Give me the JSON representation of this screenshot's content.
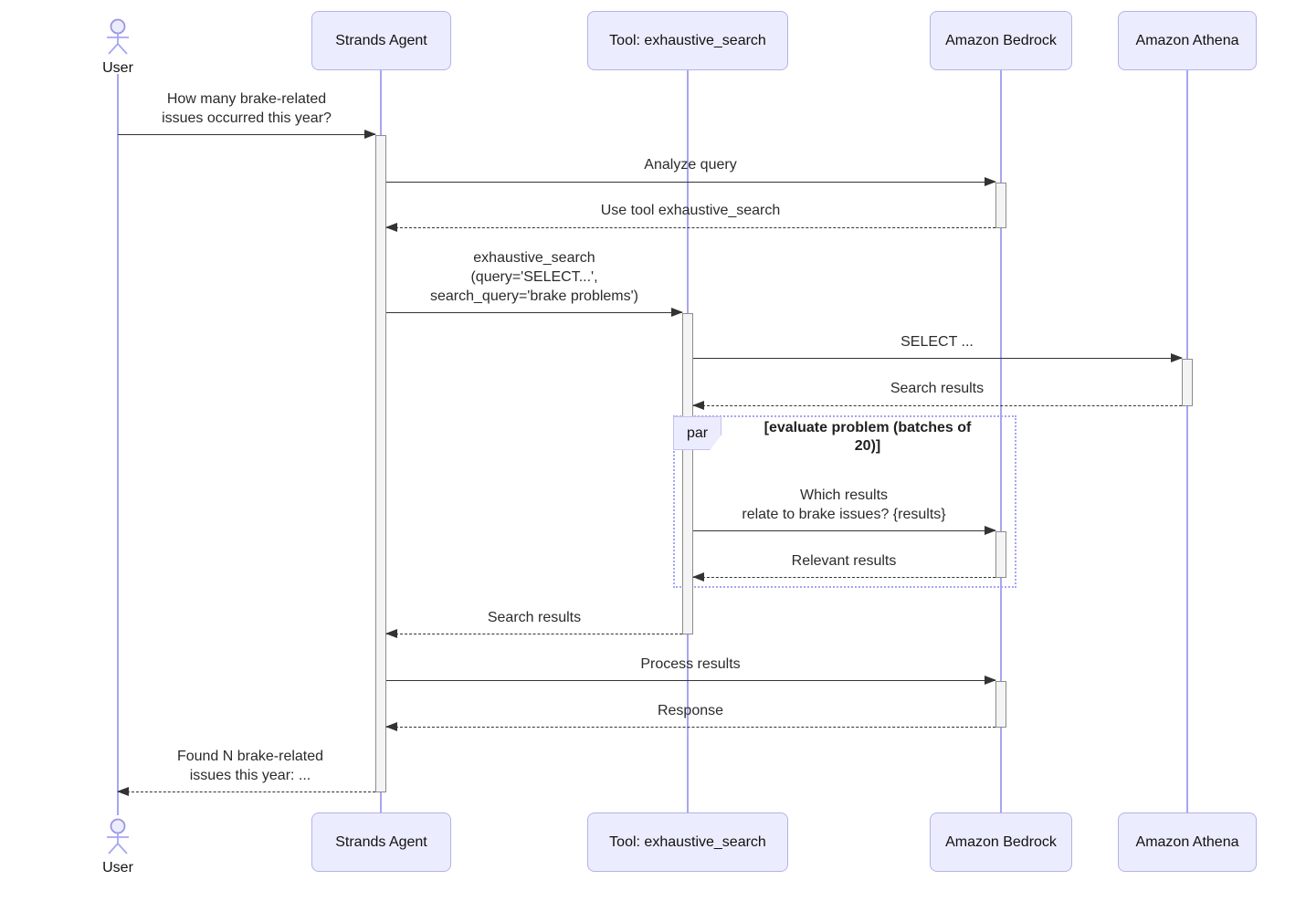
{
  "diagram": {
    "type": "sequence-diagram",
    "participants": [
      {
        "label": "User",
        "kind": "actor"
      },
      {
        "label": "Strands Agent",
        "kind": "participant"
      },
      {
        "label": "Tool: exhaustive_search",
        "kind": "participant"
      },
      {
        "label": "Amazon Bedrock",
        "kind": "participant"
      },
      {
        "label": "Amazon Athena",
        "kind": "participant"
      }
    ],
    "messages": [
      {
        "from": "User",
        "to": "Strands Agent",
        "line": "solid",
        "text": "How many brake-related\nissues occurred this year?"
      },
      {
        "from": "Strands Agent",
        "to": "Amazon Bedrock",
        "line": "solid",
        "text": "Analyze query"
      },
      {
        "from": "Amazon Bedrock",
        "to": "Strands Agent",
        "line": "dashed",
        "text": "Use tool exhaustive_search"
      },
      {
        "from": "Strands Agent",
        "to": "Tool: exhaustive_search",
        "line": "solid",
        "text": "exhaustive_search\n(query='SELECT...',\nsearch_query='brake problems')"
      },
      {
        "from": "Tool: exhaustive_search",
        "to": "Amazon Athena",
        "line": "solid",
        "text": "SELECT ..."
      },
      {
        "from": "Amazon Athena",
        "to": "Tool: exhaustive_search",
        "line": "dashed",
        "text": "Search results"
      },
      {
        "from": "Tool: exhaustive_search",
        "to": "Amazon Bedrock",
        "line": "solid",
        "text": "Which results\nrelate to brake issues? {results}"
      },
      {
        "from": "Amazon Bedrock",
        "to": "Tool: exhaustive_search",
        "line": "dashed",
        "text": "Relevant results"
      },
      {
        "from": "Tool: exhaustive_search",
        "to": "Strands Agent",
        "line": "dashed",
        "text": "Search results"
      },
      {
        "from": "Strands Agent",
        "to": "Amazon Bedrock",
        "line": "solid",
        "text": "Process results"
      },
      {
        "from": "Amazon Bedrock",
        "to": "Strands Agent",
        "line": "dashed",
        "text": "Response"
      },
      {
        "from": "Strands Agent",
        "to": "User",
        "line": "dashed",
        "text": "Found N brake-related\nissues this year: ..."
      }
    ],
    "par_block": {
      "label": "par",
      "title": "[evaluate problem (batches of\n20)]"
    }
  },
  "colors": {
    "participant_fill": "#ECECFF",
    "participant_border": "#b3b3e6",
    "lifeline": "#a6a6f2",
    "activation_fill": "#f4f4f4",
    "activation_border": "#8c8c8c",
    "message_color": "#333333",
    "par_border": "#a6a6f2"
  }
}
